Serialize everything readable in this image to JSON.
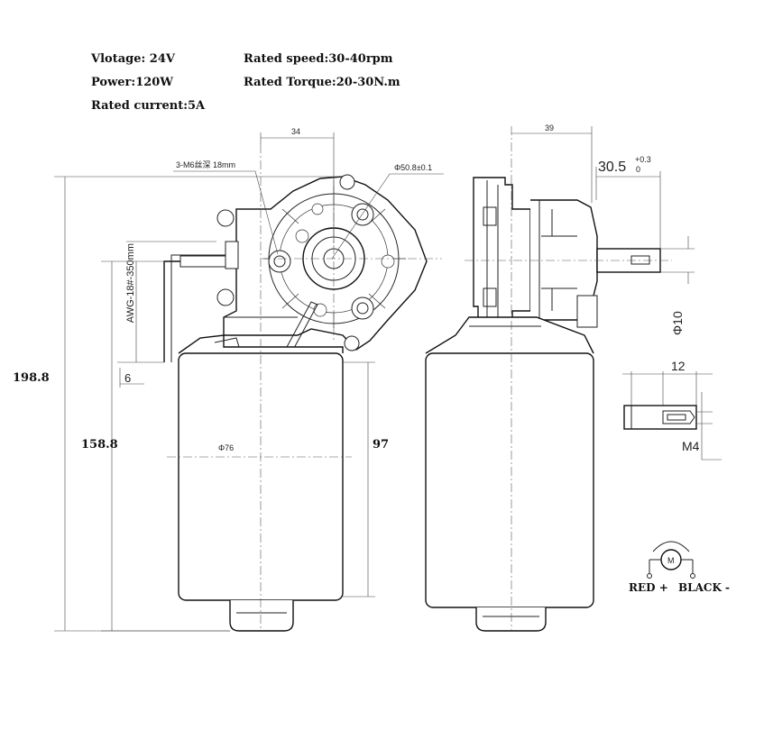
{
  "specs": {
    "voltage": "Vlotage: 24V",
    "power": "Power:120W",
    "current": "Rated current:5A",
    "speed": "Rated speed:30-40rpm",
    "torque": "Rated Torque:20-30N.m"
  },
  "front_view": {
    "thread_note": "3-M6丝深 18mm",
    "dim_top": "34",
    "dim_gear_diameter": "Φ50.8±0.1",
    "wire_spec": "AWG-18#-350mm",
    "dim_wire_offset": "6",
    "dim_total_height": "198.8",
    "dim_motor_height": "158.8",
    "dim_motor_diameter": "Φ76",
    "dim_can_length": "97"
  },
  "side_view": {
    "dim_top": "39",
    "dim_shaft_length": "30.5",
    "tol_upper": "+0.3",
    "tol_lower": "0",
    "dim_shaft_diameter": "Φ10"
  },
  "shaft_detail": {
    "dim_length": "12",
    "dim_thread": "M4"
  },
  "wiring": {
    "motor_symbol": "M",
    "red_label": "RED +",
    "black_label": "BLACK -"
  }
}
